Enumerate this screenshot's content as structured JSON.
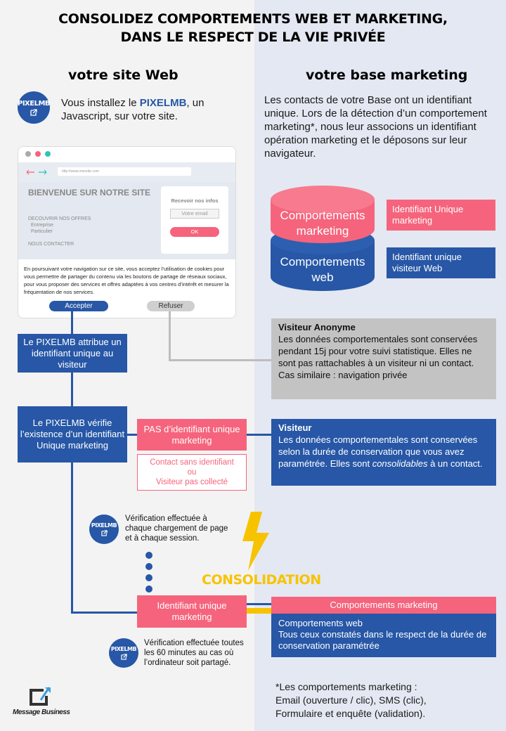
{
  "title": {
    "line1": "CONSOLIDEZ COMPORTEMENTS WEB ET MARKETING,",
    "line2": "DANS LE RESPECT DE LA VIE PRIVÉE"
  },
  "left_title": "votre site Web",
  "right_title": "votre base marketing",
  "badge_label": "PIXELMB",
  "intro_left": {
    "before": "Vous installez le ",
    "highlight": "PIXELMB",
    "after": ", un Javascript, sur votre site."
  },
  "intro_right": "Les contacts de votre Base ont un identifiant unique. Lors de la détection d’un comportement marketing*, nous leur associons un identifiant opération marketing et le déposons sur leur navigateur.",
  "browser": {
    "url": "http://www.monsite.com",
    "welcome": "BIENVENUE SUR NOTRE SITE",
    "menu": [
      "DECOUVRIR NOS OFFRES",
      "Entreprise",
      "Particulier",
      "NOUS CONTACTER"
    ],
    "form_title": "Recevoir nos infos",
    "email_placeholder": "Votre email",
    "ok_label": "OK",
    "cookie_text": "En poursuivant votre navigation sur ce site, vous acceptez l’utilisation de cookies pour vous permettre de partager du contenu via les boutons de partage de réseaux sociaux, pour vous proposer des services et offres adaptées à vos centres d’intérêt et mesurer la fréquentation de nos services.",
    "accept_label": "Accepter",
    "refuse_label": "Refuser"
  },
  "db": {
    "top_label": "Comportements marketing",
    "bottom_label": "Comportements web",
    "top_tag": "Identifiant Unique marketing",
    "bottom_tag": "Identifiant unique visiteur Web"
  },
  "step1": "Le PIXELMB attribue un identifiant unique au visiteur",
  "anon": {
    "title": "Visiteur Anonyme",
    "text": "Les données comportementales sont conservées pendant 15j pour votre suivi statistique. Elles ne sont pas rattachables à un visiteur ni un contact.",
    "text2": "Cas similaire : navigation privée"
  },
  "step2": "Le PIXELMB vérifie l’existence d’un identifiant Unique marketing",
  "no_id": "PAS d’identifiant unique marketing",
  "no_id_note": {
    "line1": "Contact sans identifiant",
    "line2": "ou",
    "line3": "Visiteur pas collecté"
  },
  "visitor": {
    "title": "Visiteur",
    "text_before": "Les données comportementales sont conservées selon la durée de conservation que vous avez paramétrée. Elles sont ",
    "text_em": "consolidables",
    "text_after": " à un contact."
  },
  "check_note": "Vérification effectuée à chaque chargement de page et à chaque session.",
  "consolidation": "CONSOLIDATION",
  "id_marketing": "Identifiant unique marketing",
  "result": {
    "header": "Comportements marketing",
    "line1": "Comportements web",
    "line2": "Tous ceux constatés dans le respect de la durée de conservation paramétrée"
  },
  "check_note2": "Vérification effectuée toutes les 60 minutes au cas où l’ordinateur soit partagé.",
  "footnote": {
    "line1": "*Les comportements marketing :",
    "line2": "Email (ouverture / clic), SMS (clic),",
    "line3": "Formulaire et enquête (validation)."
  },
  "logo_text": "Message Business",
  "colors": {
    "blue": "#2757a6",
    "pink": "#f5647c",
    "grey": "#bdbdbd",
    "yellow": "#f7c300"
  }
}
